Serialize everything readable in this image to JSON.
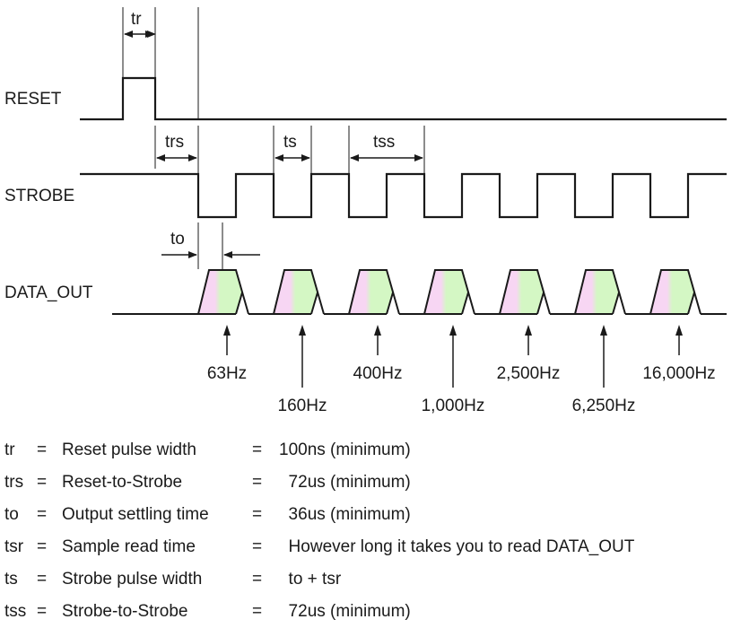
{
  "signals": {
    "reset": "RESET",
    "strobe": "STROBE",
    "data_out": "DATA_OUT"
  },
  "dimensions": {
    "tr": "tr",
    "trs": "trs",
    "ts": "ts",
    "tss": "tss",
    "to": "to"
  },
  "strobe_pulse_count": 7,
  "frequencies": [
    "63Hz",
    "160Hz",
    "400Hz",
    "1,000Hz",
    "2,500Hz",
    "6,250Hz",
    "16,000Hz"
  ],
  "colors": {
    "line": "#1a1a1a",
    "settling_fill": "#f7d6f3",
    "valid_fill": "#d4f7c4"
  },
  "legend": [
    {
      "symbol": "tr",
      "eq1": "=",
      "description": "Reset pulse width",
      "eq2": "=",
      "value": "100ns (minimum)"
    },
    {
      "symbol": "trs",
      "eq1": "=",
      "description": "Reset-to-Strobe",
      "eq2": "=",
      "value": "  72us (minimum)"
    },
    {
      "symbol": "to",
      "eq1": "=",
      "description": "Output settling time",
      "eq2": "=",
      "value": "  36us (minimum)"
    },
    {
      "symbol": "tsr",
      "eq1": "=",
      "description": "Sample read time",
      "eq2": "=",
      "value": "  However long it takes you to read DATA_OUT"
    },
    {
      "symbol": "ts",
      "eq1": "=",
      "description": "Strobe pulse width",
      "eq2": "=",
      "value": "  to + tsr"
    },
    {
      "symbol": "tss",
      "eq1": "=",
      "description": "Strobe-to-Strobe",
      "eq2": "=",
      "value": "  72us (minimum)"
    }
  ]
}
